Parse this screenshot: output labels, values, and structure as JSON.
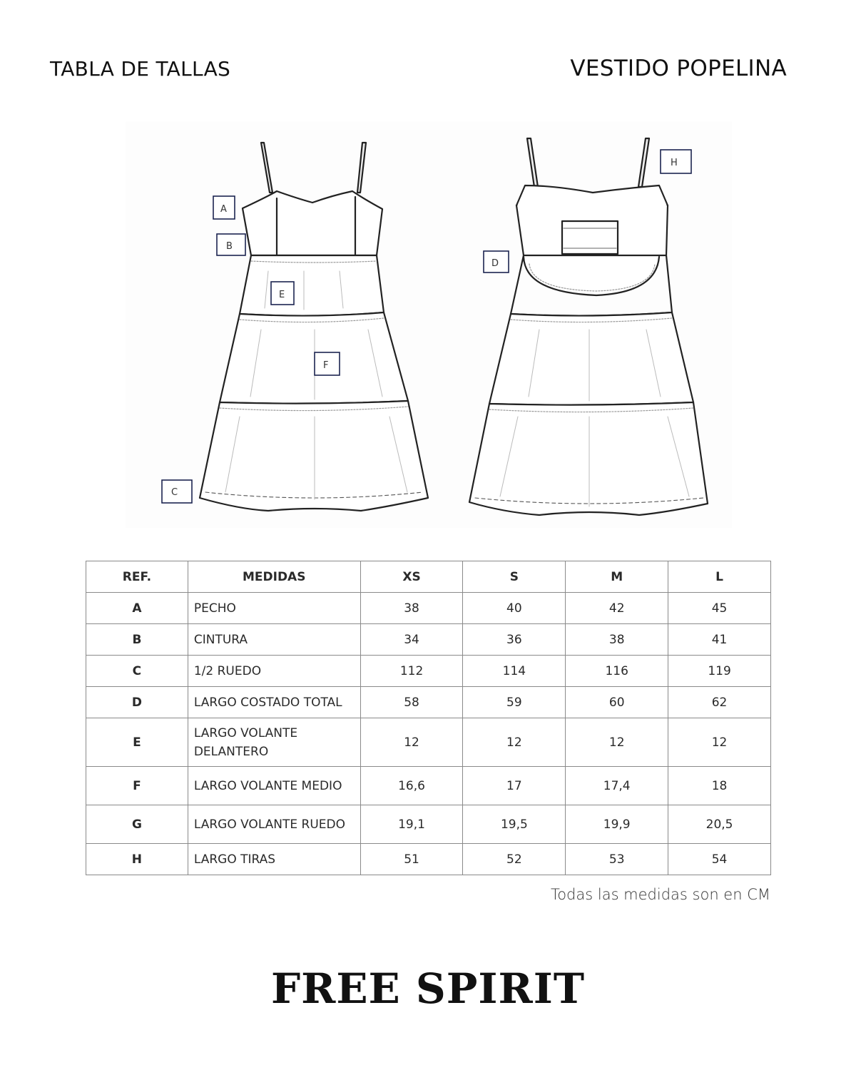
{
  "header": {
    "left_title": "TABLA DE TALLAS",
    "right_title": "VESTIDO POPELINA"
  },
  "diagram": {
    "labels": [
      "A",
      "B",
      "C",
      "D",
      "E",
      "F",
      "H"
    ]
  },
  "table": {
    "columns": [
      "REF.",
      "MEDIDAS",
      "XS",
      "S",
      "M",
      "L"
    ],
    "rows": [
      {
        "ref": "A",
        "medida": "PECHO",
        "xs": "38",
        "s": "40",
        "m": "42",
        "l": "45"
      },
      {
        "ref": "B",
        "medida": "CINTURA",
        "xs": "34",
        "s": "36",
        "m": "38",
        "l": "41"
      },
      {
        "ref": "C",
        "medida": "1/2 RUEDO",
        "xs": "112",
        "s": "114",
        "m": "116",
        "l": "119"
      },
      {
        "ref": "D",
        "medida": "LARGO COSTADO TOTAL",
        "xs": "58",
        "s": "59",
        "m": "60",
        "l": "62"
      },
      {
        "ref": "E",
        "medida": "LARGO VOLANTE DELANTERO",
        "xs": "12",
        "s": "12",
        "m": "12",
        "l": "12"
      },
      {
        "ref": "F",
        "medida": "LARGO VOLANTE MEDIO",
        "xs": "16,6",
        "s": "17",
        "m": "17,4",
        "l": "18"
      },
      {
        "ref": "G",
        "medida": "LARGO VOLANTE RUEDO",
        "xs": "19,1",
        "s": "19,5",
        "m": "19,9",
        "l": "20,5"
      },
      {
        "ref": "H",
        "medida": "LARGO TIRAS",
        "xs": "51",
        "s": "52",
        "m": "53",
        "l": "54"
      }
    ]
  },
  "note": "Todas las medidas son en CM",
  "brand": "FREE SPIRIT"
}
